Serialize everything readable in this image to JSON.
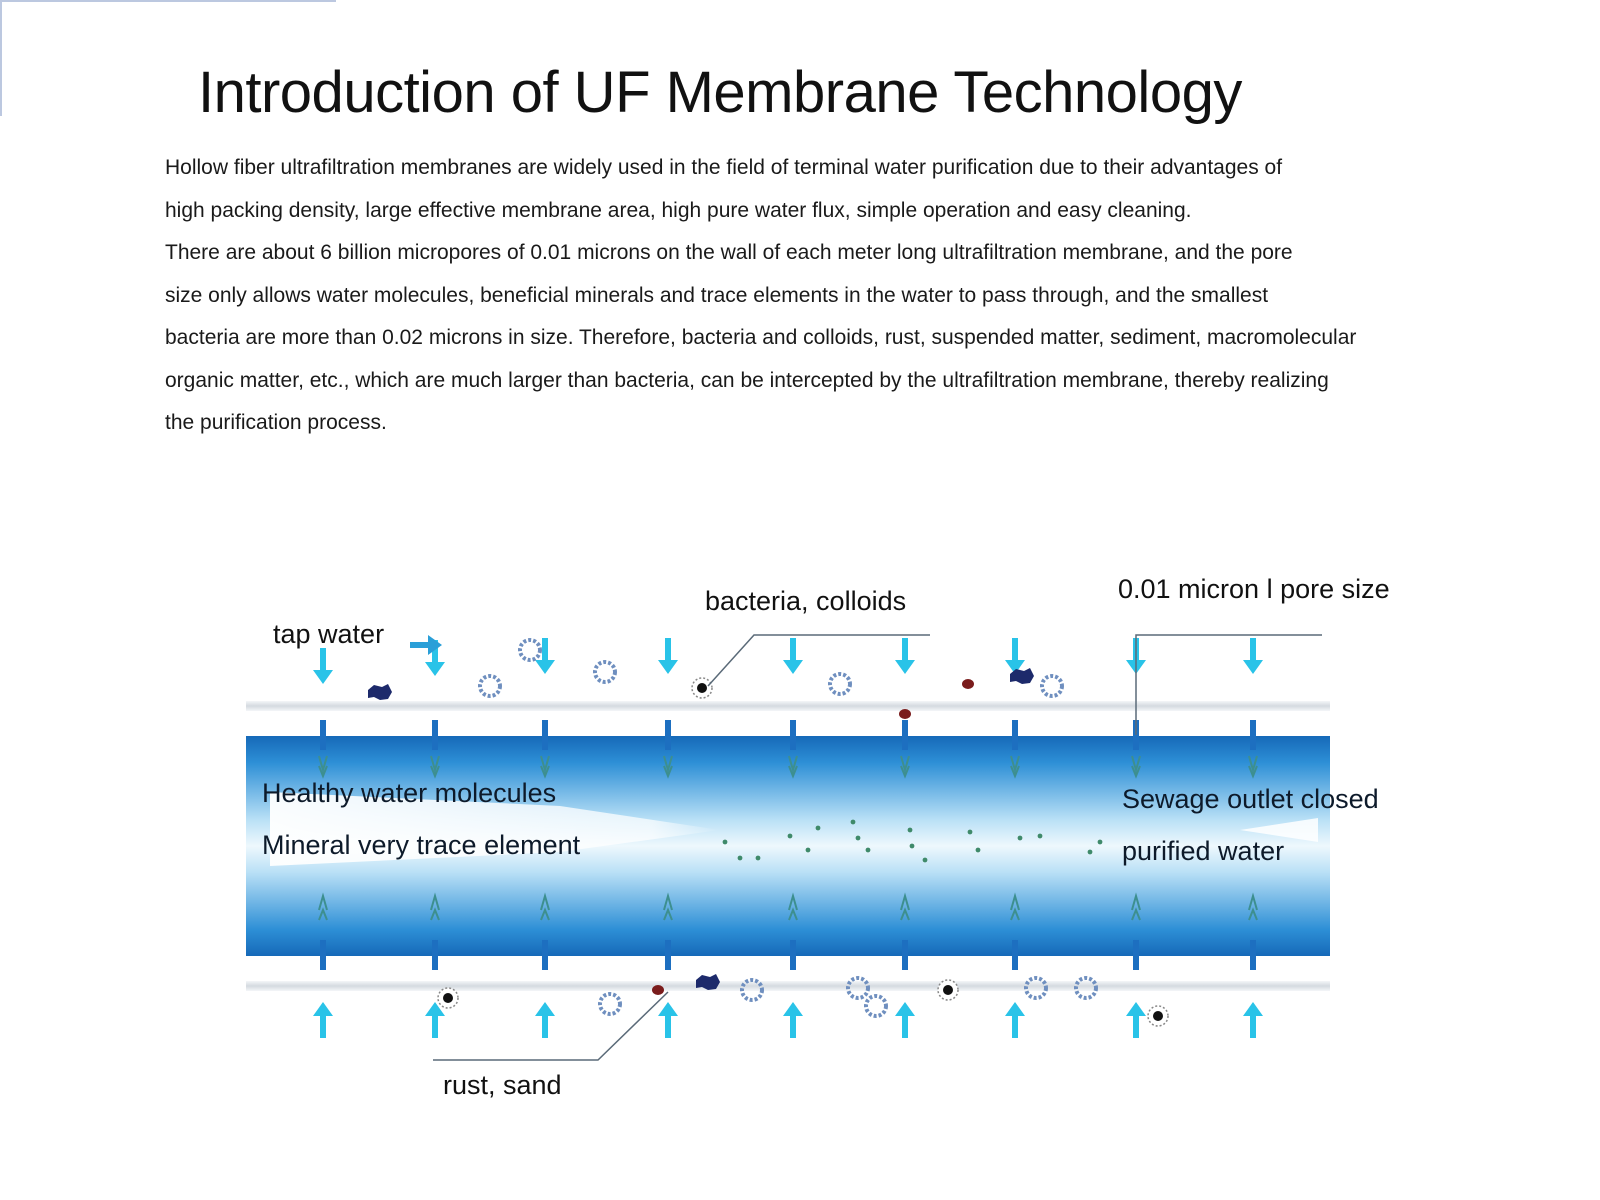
{
  "title": "Introduction of UF Membrane Technology",
  "intro_lines": [
    "Hollow fiber ultrafiltration membranes are widely used in the field of terminal water purification due to their advantages of",
    "high packing density, large effective membrane area, high pure water flux, simple operation and easy cleaning.",
    "There are about 6 billion micropores of 0.01 microns on the wall of each meter long ultrafiltration membrane, and the pore",
    "size only allows water molecules, beneficial minerals and trace elements in the water to pass through, and the smallest",
    "bacteria are more than 0.02 microns in size. Therefore, bacteria and colloids, rust, suspended matter, sediment, macromolecular",
    "organic matter, etc., which are much larger than bacteria, can be intercepted by the ultrafiltration membrane, thereby realizing",
    "the purification process."
  ],
  "diagram": {
    "labels": {
      "tap_water": "tap water",
      "bacteria_colloids": "bacteria, colloids",
      "pore_size": "0.01 micron l pore size",
      "healthy_water": "Healthy water molecules",
      "mineral": "Mineral very trace element",
      "sewage_outlet": "Sewage outlet closed",
      "purified_water": "purified water",
      "rust_sand": "rust, sand"
    },
    "colors": {
      "arrow": "#29c3e8",
      "tube_dark": "#1a78c6",
      "tube_light": "#e9f6fd",
      "membrane_wall": "#dde3e8",
      "colloid_ring": "#6f8fbf",
      "rust": "#7a1c1c",
      "sand": "#1d2a6b"
    },
    "icons": [
      "down-arrow-icon",
      "up-arrow-icon",
      "right-arrow-icon",
      "colloid-ring-icon",
      "bacteria-icon",
      "rust-particle-icon",
      "sand-particle-icon"
    ]
  }
}
